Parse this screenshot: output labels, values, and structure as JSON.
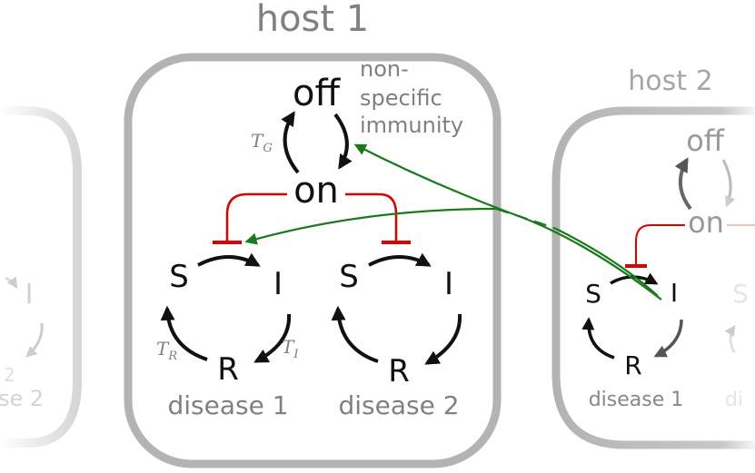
{
  "colors": {
    "inhibit": "#dd0000",
    "transmit": "#1a7a1a",
    "box": "#b3b3b3",
    "label_gray": "#808080",
    "dark": "#111111"
  },
  "host1": {
    "title": "host 1",
    "off": "off",
    "on": "on",
    "nonspecific": [
      "non-",
      "specific",
      "immunity"
    ],
    "tg": "T",
    "tg_sub": "G",
    "disease1": {
      "S": "S",
      "I": "I",
      "R": "R",
      "label": "disease 1",
      "tr": "T",
      "tr_sub": "R",
      "ti": "T",
      "ti_sub": "I"
    },
    "disease2": {
      "S": "S",
      "I": "I",
      "R": "R",
      "label": "disease 2"
    }
  },
  "host2": {
    "title": "host 2",
    "off": "off",
    "on": "on",
    "disease1": {
      "S": "S",
      "I": "I",
      "R": "R",
      "label": "disease 1"
    },
    "disease2_S": "S",
    "disease2_label": "di"
  },
  "host_left": {
    "I": "I",
    "label_fragment": "se 2",
    "number_fragment": "2"
  }
}
